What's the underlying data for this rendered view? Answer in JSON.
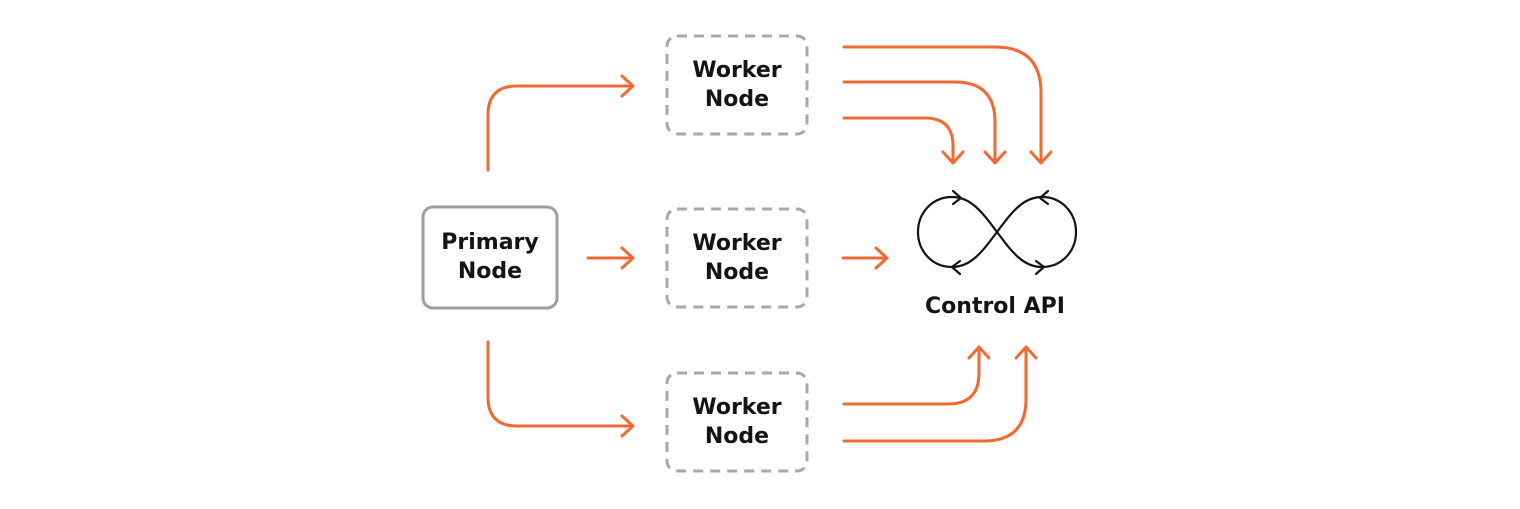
{
  "colors": {
    "flow": "#F26A33",
    "primary_border": "#9E9E9E",
    "worker_border": "#A8A8A8",
    "text": "#141414"
  },
  "primary": {
    "line1": "Primary",
    "line2": "Node"
  },
  "workers": [
    {
      "line1": "Worker",
      "line2": "Node"
    },
    {
      "line1": "Worker",
      "line2": "Node"
    },
    {
      "line1": "Worker",
      "line2": "Node"
    }
  ],
  "control_api": {
    "label": "Control API",
    "icon": "infinity-loop-icon"
  }
}
